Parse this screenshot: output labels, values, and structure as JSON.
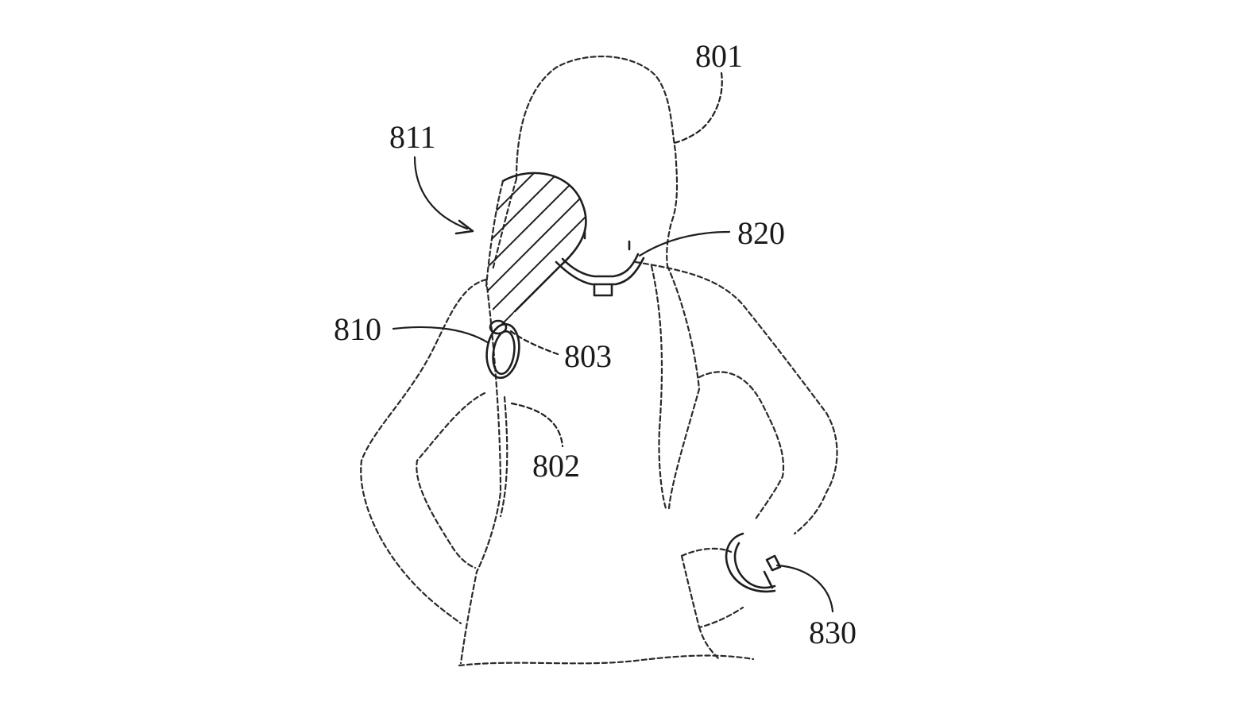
{
  "figure": {
    "labels": {
      "body_outline": "801",
      "left_arm": "802",
      "chest_point": "803",
      "pendant_device": "810",
      "head_region": "811",
      "necklace_device": "820",
      "wrist_device": "830"
    }
  }
}
